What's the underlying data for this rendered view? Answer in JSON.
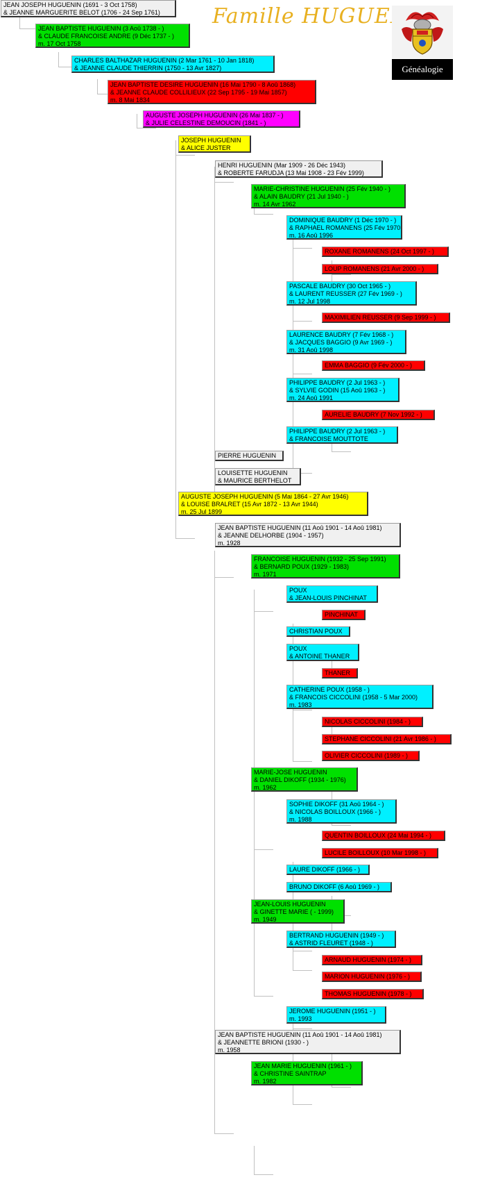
{
  "header": {
    "title": "Famille HUGUENIN",
    "button_label": "Généalogie"
  },
  "colors": {
    "white": "#f0f0f0",
    "green": "#00e000",
    "cyan": "#00f0ff",
    "red": "#ff0000",
    "magenta": "#ff00ff",
    "yellow": "#ffff00"
  },
  "tree": [
    {
      "color": "white",
      "lines": [
        "JEAN JOSEPH HUGUENIN (1691 - 3 Oct 1758)",
        "& JEANNE MARGUERITE BELOT (1706 - 24 Sep 1761)"
      ]
    },
    {
      "color": "green",
      "lines": [
        "JEAN BAPTISTE HUGUENIN (3 Aoû 1738 - )",
        "& CLAUDE FRANCOISE ANDRE (9 Déc 1737 - )",
        "m. 17 Oct 1758"
      ]
    },
    {
      "color": "cyan",
      "lines": [
        "CHARLES BALTHAZAR HUGUENIN (2 Mar 1761 - 10 Jan 1818)",
        "& JEANNE CLAUDE THIERRIN (1750 - 13 Avr 1827)"
      ]
    },
    {
      "color": "red",
      "lines": [
        "JEAN BAPTISTE DESIRE HUGUENIN (16 Mai 1790 - 8 Aoû 1868)",
        "& JEANNE CLAUDE COLLILIEUX (22 Sep 1795 - 19 Mai 1857)",
        "m. 8 Mai 1834"
      ]
    },
    {
      "color": "magenta",
      "lines": [
        "AUGUSTE JOSEPH HUGUENIN (26 Mai 1837 - )",
        "& JULIE CELESTINE DEMOUCIN (1841 - )"
      ]
    },
    {
      "color": "yellow",
      "lines": [
        "JOSEPH HUGUENIN",
        "& ALICE JUSTER"
      ]
    },
    {
      "color": "white",
      "lines": [
        "HENRI HUGUENIN (Mar 1909 - 26 Déc 1943)",
        "& ROBERTE FARUDJA (13 Mai 1908 - 23 Fév 1999)"
      ]
    },
    {
      "color": "green",
      "lines": [
        "MARIE-CHRISTINE HUGUENIN (25 Fév 1940 - )",
        "& ALAIN BAUDRY (21 Jul 1940 - )",
        "m. 14 Avr 1962"
      ]
    },
    {
      "color": "cyan",
      "lines": [
        "DOMINIQUE BAUDRY (1 Déc 1970 - )",
        "& RAPHAEL ROMANENS (25 Fév 1970 - )",
        "m. 16 Aoû 1996"
      ]
    },
    {
      "color": "red",
      "lines": [
        "ROXANE ROMANENS (24 Oct 1997 - )"
      ]
    },
    {
      "color": "red",
      "lines": [
        "LOUP ROMANENS (21 Avr 2000 - )"
      ]
    },
    {
      "color": "cyan",
      "lines": [
        "PASCALE BAUDRY (30 Oct 1965 - )",
        "& LAURENT REUSSER (27 Fév 1969 - )",
        "m. 12 Jul 1998"
      ]
    },
    {
      "color": "red",
      "lines": [
        "MAXIMILIEN REUSSER (9 Sep 1999 - )"
      ]
    },
    {
      "color": "cyan",
      "lines": [
        "LAURENCE BAUDRY (7 Fév 1968 - )",
        "& JACQUES BAGGIO (9 Avr 1969 - )",
        "m. 31 Aoû 1998"
      ]
    },
    {
      "color": "red",
      "lines": [
        "EMMA BAGGIO (9 Fév 2000 - )"
      ]
    },
    {
      "color": "cyan",
      "lines": [
        "PHILIPPE BAUDRY (2 Jul 1963 - )",
        "& SYLVIE GODIN (15 Aoû 1963 - )",
        "m. 24 Aoû 1991"
      ]
    },
    {
      "color": "red",
      "lines": [
        "AURELIE BAUDRY (7 Nov 1992 - )"
      ]
    },
    {
      "color": "cyan",
      "lines": [
        "PHILIPPE BAUDRY (2 Jul 1963 - )",
        "& FRANCOISE MOUTTOTE"
      ]
    },
    {
      "color": "white",
      "lines": [
        "PIERRE HUGUENIN"
      ]
    },
    {
      "color": "white",
      "lines": [
        "LOUISETTE HUGUENIN",
        "& MAURICE BERTHELOT"
      ]
    },
    {
      "color": "yellow",
      "lines": [
        "AUGUSTE JOSEPH HUGUENIN (5 Mai 1864 - 27 Avr 1946)",
        "& LOUISE BRALRET (15 Avr 1872 - 13 Avr 1944)",
        "m. 25 Jul 1899"
      ]
    },
    {
      "color": "white",
      "lines": [
        "JEAN BAPTISTE HUGUENIN (11 Aoû 1901 - 14 Aoû 1981)",
        "& JEANNE DELHORBE (1904 - 1957)",
        "m. 1928"
      ]
    },
    {
      "color": "green",
      "lines": [
        "FRANCOISE HUGUENIN (1932 - 25 Sep 1991)",
        "& BERNARD POUX (1929 - 1983)",
        "m. 1971"
      ]
    },
    {
      "color": "cyan",
      "lines": [
        "POUX",
        "& JEAN-LOUIS PINCHINAT"
      ]
    },
    {
      "color": "red",
      "lines": [
        "PINCHINAT"
      ]
    },
    {
      "color": "cyan",
      "lines": [
        "CHRISTIAN POUX"
      ]
    },
    {
      "color": "cyan",
      "lines": [
        "POUX",
        "& ANTOINE THANER"
      ]
    },
    {
      "color": "red",
      "lines": [
        "THANER"
      ]
    },
    {
      "color": "cyan",
      "lines": [
        "CATHERINE POUX (1958 - )",
        "& FRANCOIS CICCOLINI (1958 - 5 Mar 2000)",
        "m. 1983"
      ]
    },
    {
      "color": "red",
      "lines": [
        "NICOLAS CICCOLINI (1984 - )"
      ]
    },
    {
      "color": "red",
      "lines": [
        "STEPHANE CICCOLINI (21 Avr 1986 - )"
      ]
    },
    {
      "color": "red",
      "lines": [
        "OLIVIER CICCOLINI (1989 - )"
      ]
    },
    {
      "color": "green",
      "lines": [
        "MARIE-JOSE HUGUENIN",
        "& DANIEL DIKOFF (1934 - 1976)",
        "m. 1962"
      ]
    },
    {
      "color": "cyan",
      "lines": [
        "SOPHIE DIKOFF (31 Aoû 1964 - )",
        "& NICOLAS BOILLOUX (1966 - )",
        "m. 1988"
      ]
    },
    {
      "color": "red",
      "lines": [
        "QUENTIN BOILLOUX (24 Mai 1994 - )"
      ]
    },
    {
      "color": "red",
      "lines": [
        "LUCILE BOILLOUX (10 Mar 1998 - )"
      ]
    },
    {
      "color": "cyan",
      "lines": [
        "LAURE DIKOFF (1966 - )"
      ]
    },
    {
      "color": "cyan",
      "lines": [
        "BRUNO DIKOFF (6 Aoû 1969 - )"
      ]
    },
    {
      "color": "green",
      "lines": [
        "JEAN-LOUIS HUGUENIN",
        "& GINETTE MARIE ( - 1999)",
        "m. 1949"
      ]
    },
    {
      "color": "cyan",
      "lines": [
        "BERTRAND HUGUENIN (1949 - )",
        "& ASTRID FLEURET (1948 - )"
      ]
    },
    {
      "color": "red",
      "lines": [
        "ARNAUD HUGUENIN (1974 - )"
      ]
    },
    {
      "color": "red",
      "lines": [
        "MARION HUGUENIN (1976 - )"
      ]
    },
    {
      "color": "red",
      "lines": [
        "THOMAS HUGUENIN (1978 - )"
      ]
    },
    {
      "color": "cyan",
      "lines": [
        "JEROME HUGUENIN (1951 - )",
        "m. 1993"
      ]
    },
    {
      "color": "white",
      "lines": [
        "JEAN BAPTISTE HUGUENIN (11 Aoû 1901 - 14 Aoû 1981)",
        "& JEANNETTE BRIONI (1930 - )",
        "m. 1958"
      ]
    },
    {
      "color": "green",
      "lines": [
        "JEAN MARIE HUGUENIN (1961 - )",
        "& CHRISTINE SAINTRAP",
        "m. 1982"
      ]
    }
  ]
}
